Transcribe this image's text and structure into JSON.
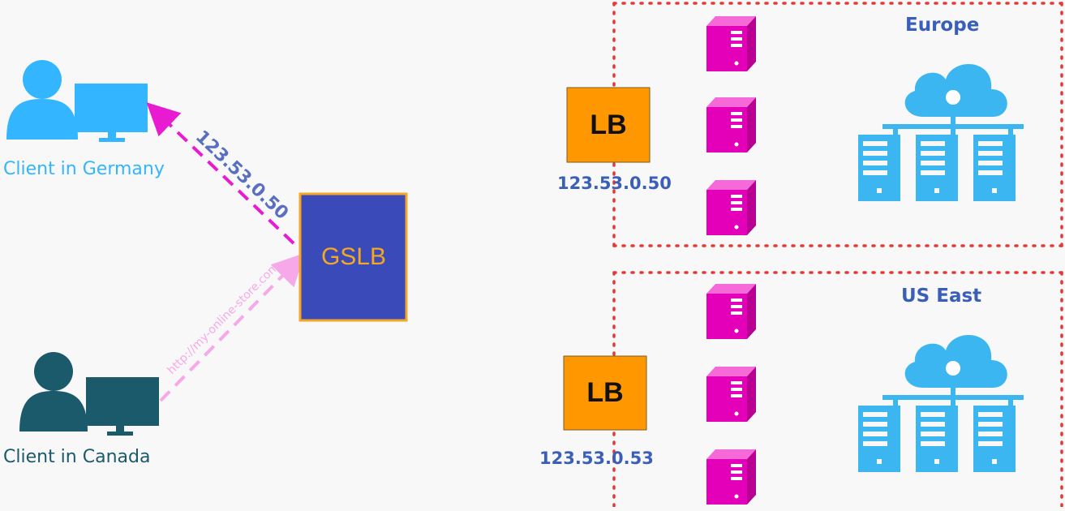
{
  "clients": {
    "germany": "Client in Germany",
    "canada": "Client in Canada"
  },
  "gslb": {
    "label": "GSLB"
  },
  "arrows": {
    "response_ip": "123.53.0.50",
    "request_url": "http://my-online-store.com"
  },
  "regions": {
    "europe": {
      "name": "Europe",
      "lb_label": "LB",
      "ip": "123.53.0.50"
    },
    "us_east": {
      "name": "US East",
      "lb_label": "LB",
      "ip": "123.53.0.53"
    }
  },
  "colors": {
    "client_germany": "#33b5ff",
    "client_canada": "#1b5a6b",
    "gslb_fill": "#3a4bb9",
    "gslb_border": "#f5a623",
    "lb_fill": "#ff9800",
    "server": "#e400b8",
    "datacenter": "#3cb6f0",
    "region_border": "#e53935",
    "arrow_response": "#e81bd2",
    "arrow_request": "#f7a8e8",
    "ip_text": "#3a5fb8"
  }
}
